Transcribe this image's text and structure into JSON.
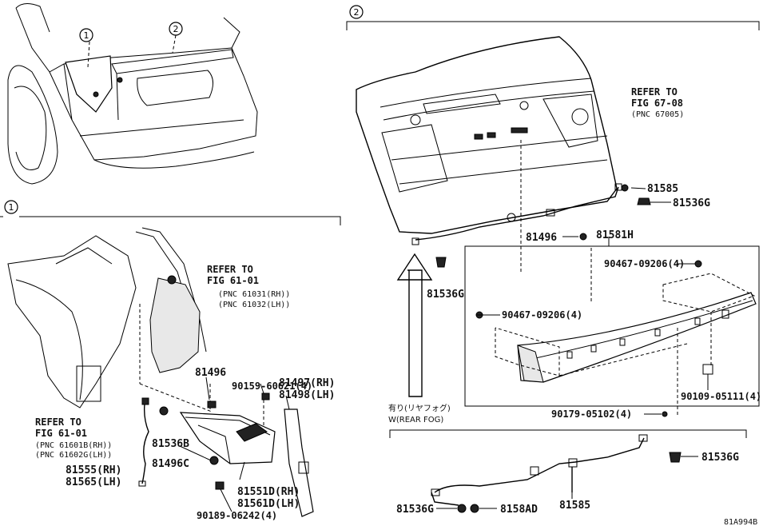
{
  "diagram_id": "81A994B",
  "callouts": {
    "one": "1",
    "two": "2"
  },
  "refs": {
    "fig6708_a": "REFER TO",
    "fig6708_b": "FIG 67-08",
    "fig6708_c": "(PNC 67005)",
    "fig6101r_a": "REFER TO",
    "fig6101r_b": "FIG 61-01",
    "fig6101r_c": "(PNC 61031(RH))",
    "fig6101r_d": "(PNC 61032(LH))",
    "fig6101l_a": "REFER TO",
    "fig6101l_b": "FIG 61-01",
    "fig6101l_c": "(PNC 61601B(RH))",
    "fig6101l_d": "(PNC 61602G(LH))"
  },
  "parts": {
    "p81585_top": "81585",
    "p81536G_top": "81536G",
    "p81496_top": "81496",
    "p81581H": "81581H",
    "p90467_a": "90467-09206(4)",
    "p90467_b": "90467-09206(4)",
    "p81536G_mid": "81536G",
    "p90109": "90109-05111(4)",
    "p90179": "90179-05102(4)",
    "p81536G_r": "81536G",
    "p81536G_bl": "81536G",
    "p8158AD": "8158AD",
    "p81585_bot": "81585",
    "p81496_l": "81496",
    "p90159": "90159-60621(4)",
    "p81497": "81497(RH)",
    "p81498": "81498(LH)",
    "p81536B": "81536B",
    "p81496C": "81496C",
    "p81555": "81555(RH)",
    "p81565": "81565(LH)",
    "p81551D": "81551D(RH)",
    "p81561D": "81561D(LH)",
    "p90189": "90189-06242(4)"
  },
  "notes": {
    "fog_jp": "有り(リヤフォグ)",
    "fog_en": "W(REAR FOG)"
  }
}
